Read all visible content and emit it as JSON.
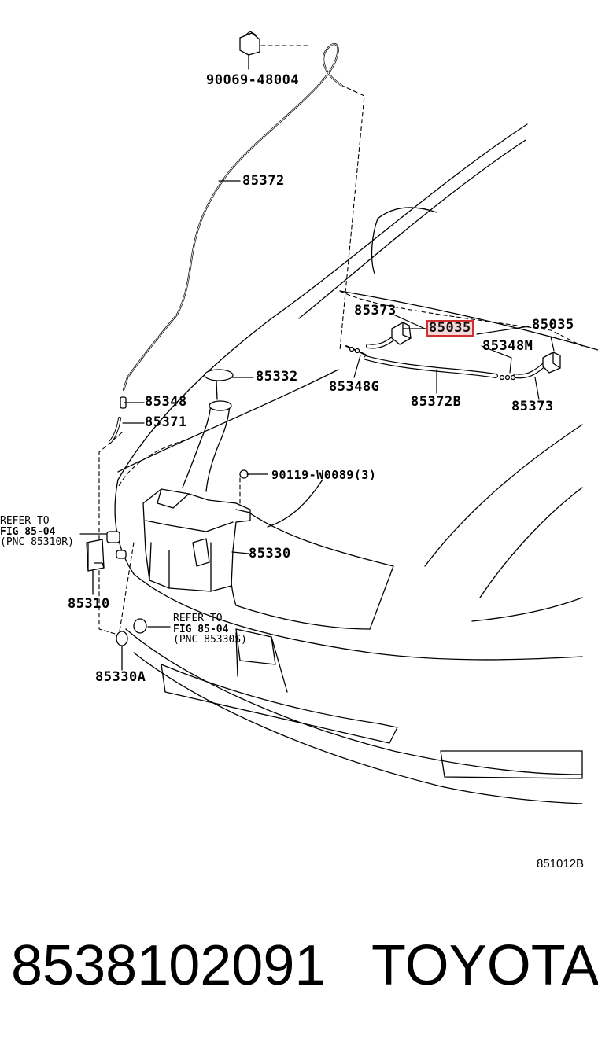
{
  "callouts": {
    "p90069": "90069-48004",
    "p85372": "85372",
    "p85373a": "85373",
    "p85035hl": "85035",
    "p85035b": "85035",
    "p85348M": "85348M",
    "p85348G": "85348G",
    "p85372B": "85372B",
    "p85373b": "85373",
    "p85332": "85332",
    "p85348": "85348",
    "p85371": "85371",
    "p90119": "90119-W0089(3)",
    "p85330": "85330",
    "p85310": "85310",
    "p85330A": "85330A"
  },
  "refer_left": [
    "REFER TO",
    "FIG 85-04",
    "(PNC 85310R)"
  ],
  "refer_bottom": [
    "REFER TO",
    "FIG 85-04",
    "(PNC 85330S)"
  ],
  "diagram_code": "851012B",
  "footer": {
    "part_number": "8538102091",
    "brand": "TOYOTA"
  },
  "colors": {
    "highlight": "#d23030"
  }
}
